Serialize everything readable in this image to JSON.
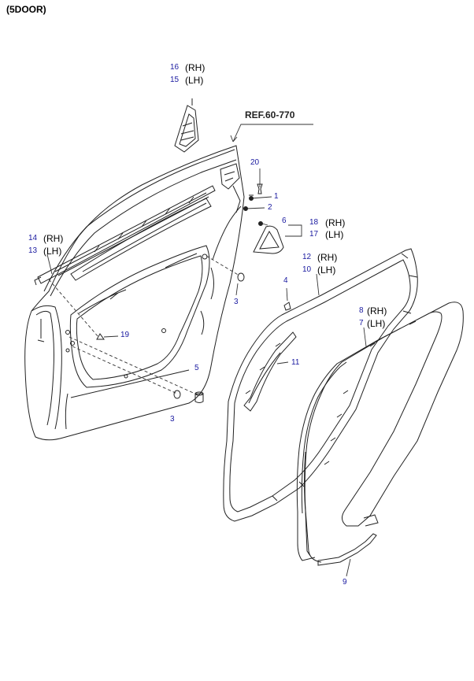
{
  "title": "(5DOOR)",
  "ref": "REF.60-770",
  "colors": {
    "line": "#222222",
    "part_number": "#1a1aa0",
    "text": "#000000"
  },
  "labels": {
    "p1": "1",
    "p2": "2",
    "p3a": "3",
    "p3b": "3",
    "p4": "4",
    "p5": "5",
    "p6": "6",
    "p7": "7",
    "p8": "8",
    "p9": "9",
    "p10": "10",
    "p11": "11",
    "p12": "12",
    "p13": "13",
    "p14": "14",
    "p15": "15",
    "p16": "16",
    "p17": "17",
    "p18": "18",
    "p19": "19",
    "p20": "20",
    "rh": "(RH)",
    "lh": "(LH)"
  }
}
